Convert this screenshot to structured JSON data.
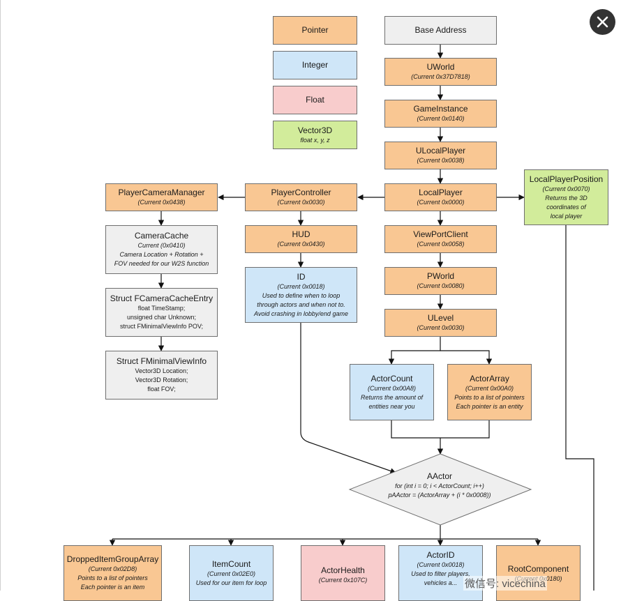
{
  "legend": {
    "pointer": "Pointer",
    "integer": "Integer",
    "float": "Float",
    "vector3d": "Vector3D",
    "vector3d_sub": "float x, y, z"
  },
  "nodes": {
    "base_address": "Base Address",
    "uworld": {
      "title": "UWorld",
      "sub": "(Current 0x37D7818)"
    },
    "game_instance": {
      "title": "GameInstance",
      "sub": "(Current 0x0140)"
    },
    "ulocal_player": {
      "title": "ULocalPlayer",
      "sub": "(Current 0x0038)"
    },
    "local_player": {
      "title": "LocalPlayer",
      "sub": "(Current 0x0000)"
    },
    "local_player_position": {
      "title": "LocalPlayerPosition",
      "sub": "(Current 0x0070)",
      "desc": [
        "Returns the 3D",
        "coordinates of",
        "local player"
      ]
    },
    "player_controller": {
      "title": "PlayerController",
      "sub": "(Current 0x0030)"
    },
    "player_camera_manager": {
      "title": "PlayerCameraManager",
      "sub": "(Current 0x0438)"
    },
    "camera_cache": {
      "title": "CameraCache",
      "sub": "Current (0x0410)",
      "desc": [
        "Camera Location + Rotation +",
        "FOV needed for our W2S function"
      ]
    },
    "struct_camera_cache_entry": {
      "title": "Struct FCameraCacheEntry",
      "lines": [
        "float TimeStamp;",
        "unsigned char Unknown;",
        "struct FMinimalViewInfo POV;"
      ]
    },
    "struct_minimal_view_info": {
      "title": "Struct FMinimalViewInfo",
      "lines": [
        "Vector3D Location;",
        "Vector3D Rotation;",
        "float FOV;"
      ]
    },
    "hud": {
      "title": "HUD",
      "sub": "(Current 0x0430)"
    },
    "id": {
      "title": "ID",
      "sub": "(Current 0x0018)",
      "desc": [
        "Used to define when to loop",
        "through actors and when not to.",
        "Avoid crashing in lobby/end game"
      ]
    },
    "viewport_client": {
      "title": "ViewPortClient",
      "sub": "(Current 0x0058)"
    },
    "pworld": {
      "title": "PWorld",
      "sub": "(Current 0x0080)"
    },
    "ulevel": {
      "title": "ULevel",
      "sub": "(Current 0x0030)"
    },
    "actor_count": {
      "title": "ActorCount",
      "sub": "(Current 0x00A8)",
      "desc": [
        "Returns the amount of",
        "entities near you"
      ]
    },
    "actor_array": {
      "title": "ActorArray",
      "sub": "(Current 0x00A0)",
      "desc": [
        "Points to a list of pointers",
        "Each pointer is an entity"
      ]
    },
    "aactor": {
      "title": "AActor",
      "lines": [
        "for (int i = 0; i < ActorCount; i++)",
        "pAActor = (ActorArray + (i * 0x0008))"
      ]
    },
    "dropped_item_group_array": {
      "title": "DroppedItemGroupArray",
      "sub": "(Current 0x02D8)",
      "desc": [
        "Points to a list of pointers",
        "Each pointer is an item"
      ]
    },
    "item_count": {
      "title": "ItemCount",
      "sub": "(Current 0x02E0)",
      "desc": [
        "Used for our item for loop"
      ]
    },
    "actor_health": {
      "title": "ActorHealth",
      "sub": "(Current 0x107C)"
    },
    "actor_id": {
      "title": "ActorID",
      "sub": "(Current 0x0018)",
      "desc": [
        "Used to filter players,",
        "vehicles a..."
      ]
    },
    "root_component": {
      "title": "RootComponent",
      "sub": "(Current 0x0180)"
    }
  },
  "watermark": "微信号: vicechina",
  "colors": {
    "pointer": "#f9c793",
    "integer": "#cfe6f8",
    "float": "#f8cccc",
    "vector3d": "#d2ec9b",
    "neutral": "#efefef",
    "close_button": "#333333"
  },
  "icons": {
    "close": "close-icon"
  }
}
